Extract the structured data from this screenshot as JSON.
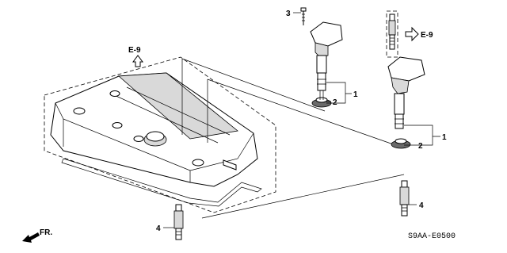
{
  "diagram": {
    "callouts": [
      {
        "id": "callout-1-upper",
        "text": "1"
      },
      {
        "id": "callout-2-upper",
        "text": "2"
      },
      {
        "id": "callout-1-lower",
        "text": "1"
      },
      {
        "id": "callout-2-lower",
        "text": "2"
      },
      {
        "id": "callout-3",
        "text": "3"
      },
      {
        "id": "callout-4-right",
        "text": "4"
      },
      {
        "id": "callout-4-left",
        "text": "4"
      }
    ],
    "references": {
      "left": "E-9",
      "right": "E-9"
    },
    "front_marker": "FR.",
    "diagram_code": "S9AA-E0500"
  }
}
